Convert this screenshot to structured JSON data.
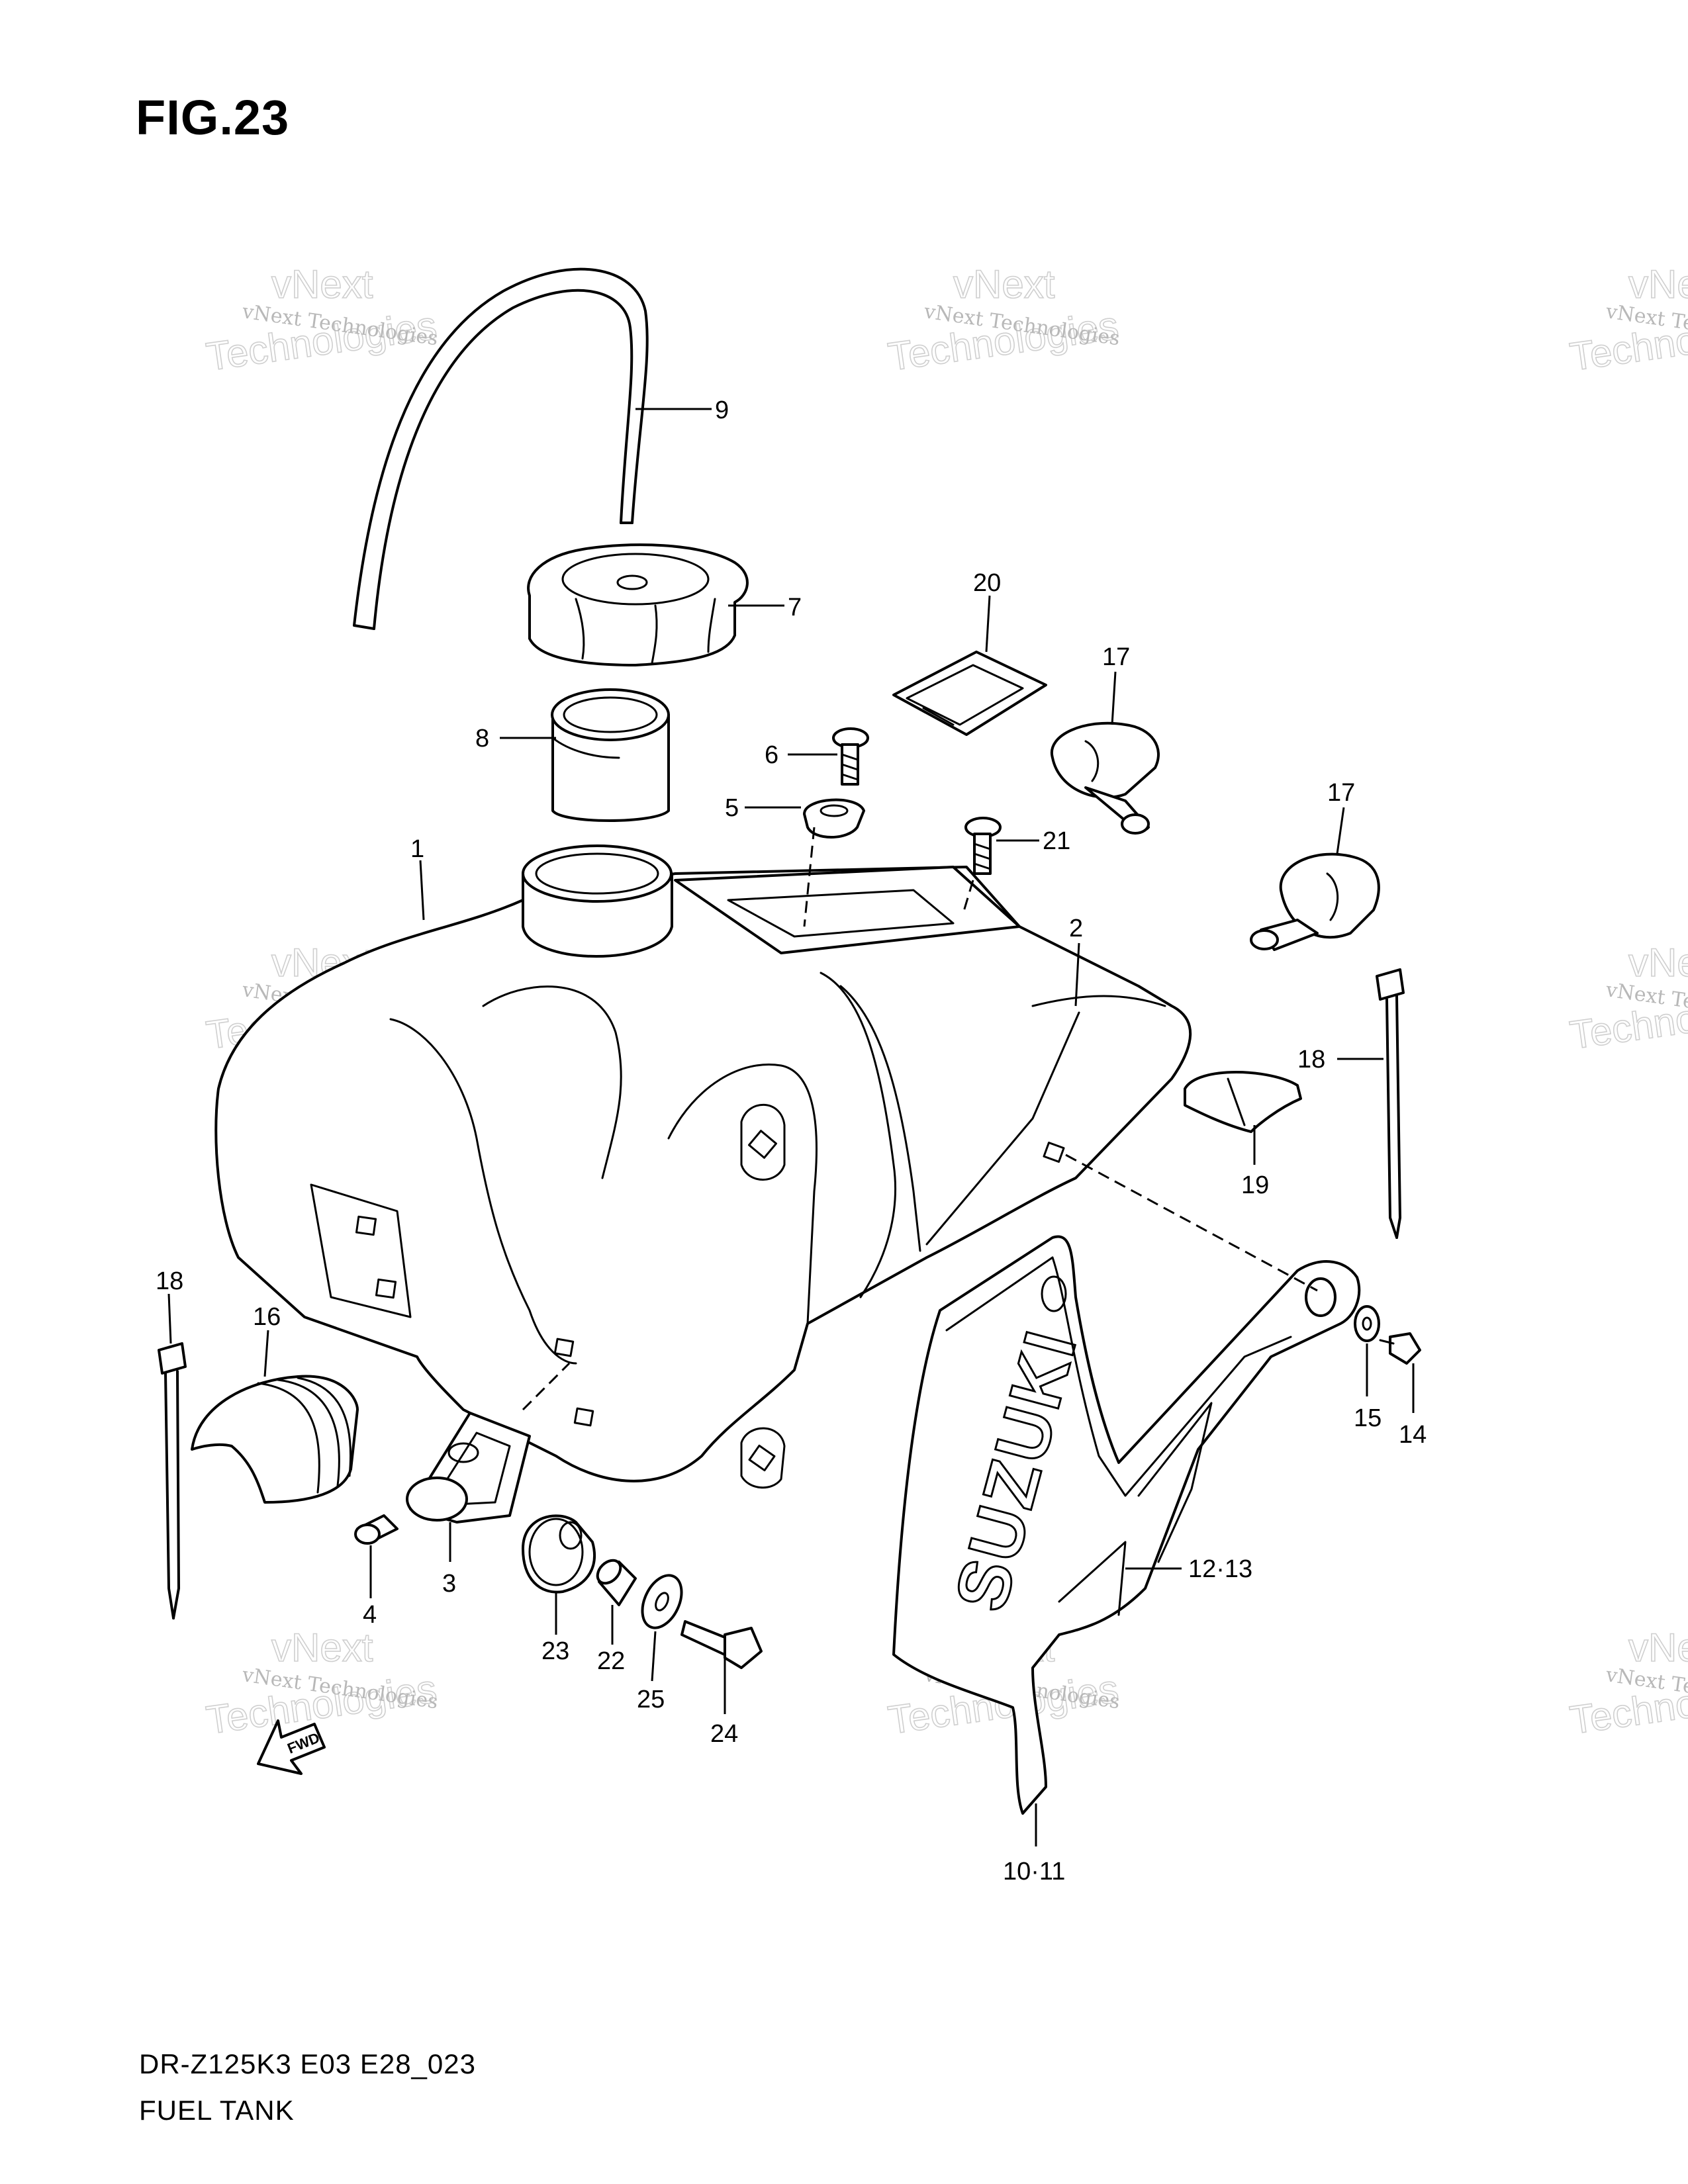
{
  "figure": {
    "title": "FIG.23",
    "model_code": "DR-Z125K3 E03 E28_023",
    "section_name": "FUEL TANK"
  },
  "part_labels": {
    "p1": "1",
    "p2": "2",
    "p3": "3",
    "p4": "4",
    "p5": "5",
    "p6": "6",
    "p7": "7",
    "p8": "8",
    "p9": "9",
    "p10_11": "10·11",
    "p12_13": "12·13",
    "p14": "14",
    "p15": "15",
    "p16": "16",
    "p17a": "17",
    "p17b": "17",
    "p18a": "18",
    "p18b": "18",
    "p19": "19",
    "p20": "20",
    "p21": "21",
    "p22": "22",
    "p23": "23",
    "p24": "24",
    "p25": "25"
  },
  "emblem_text": "SUZUKI",
  "direction_marker": "FWD",
  "watermarks": {
    "small": "vNext Technologies",
    "line1": "vNext",
    "line2": "Technologies"
  }
}
